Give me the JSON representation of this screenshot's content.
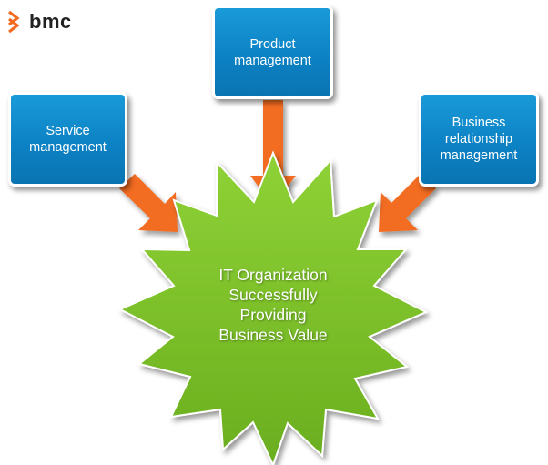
{
  "brand": {
    "logo_text": "bmc",
    "logo_color": "#f26c22"
  },
  "boxes": {
    "product": "Product\nmanagement",
    "service": "Service\nmanagement",
    "business": "Business\nrelationship\nmanagement"
  },
  "center": {
    "text": "IT Organization\nSuccessfully\nProviding\nBusiness Value"
  },
  "colors": {
    "box_fill": "#0c82c4",
    "arrow": "#f26c22",
    "star": "#7cc22a"
  }
}
